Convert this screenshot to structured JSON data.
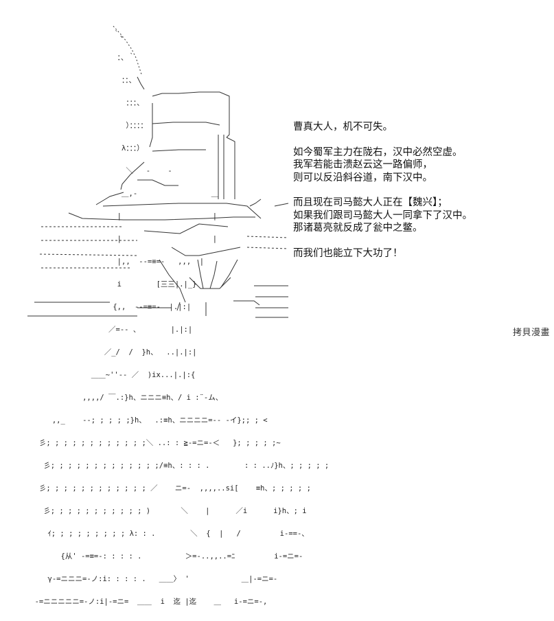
{
  "dialogue": {
    "lines": [
      "曹真大人，机不可失。",
      "",
      "如今蜀军主力在陇右，汉中必然空虚。",
      "我军若能击溃赵云这一路偏师，",
      "则可以反沿斜谷道，南下汉中。",
      "",
      "而且现在司马懿大人正在【魏兴】；",
      "如果我们跟司马懿大人一同拿下了汉中。",
      "那诸葛亮就反成了瓮中之鳖。",
      "",
      "而我们也能立下大功了！"
    ]
  },
  "watermark": "拷貝漫畫",
  "ascii_art": {
    "rows": [
      "                          ｀、",
      "                           ：、｀",
      "                            ：：、",
      "                             ：：：、",
      "                             ）：：：：",
      "                            λ：：：）",
      "                             ＼   ‐    ‐",
      "                            ＿,‐                 ＿",
      "                           |                     |",
      "                           |                     |",
      "                           |,,  ‐-=≡=-   ,,,  |",
      "                           i        [三三|.|_}",
      "                          {,,  ‐-=≡=-  |.|:|",
      "                         ／=-- 、       |.|:|",
      "                        ／_/  /  }h、  ..|.|:|",
      "                     ＿＿~''-- ／  )ix...|.|:{",
      "                   ,,,,/ ￣.:}h、ニニニ≡h、/ i :¨-ム、",
      "            ,,_    --; ; ; ; ;}h、  .:≡h、ニニニニ=-- -イ};; ; <",
      "         彡; ; ; ; ; ; ; ; ; ; ; ;＼ ..: : ≧-=ニ=-＜   }; ; ; ; ;~",
      "          彡; ; ; ; ; ; ; ; ; ; ; ; ;/≡h、: : : .        : : ..ﾉ}h、; ; ; ; ;",
      "         彡; ; ; ; ; ; ; ; ; ; ; ; ／    ニ=-  ,,,,..si[    ≡h、; ; ; ; ;",
      "          彡; ; ; ; ; ; ; ; ; ; ; )       ＼    |      ／i      i}h、; i",
      "           ｲ; ; ; ; ; ; ; ; ; λ: : .        ＼  {  |   /         i-==-、",
      "              {从' -=≡=-: : : : .          ＞=-..,,..=ﾆ         i-=ニ=-",
      "           γ-=ニニニ=-ノ:i: : : : .   ＿＿〉 '            ＿|-=ニ=-",
      "        -=ニニニニニ=-ノ:i|-=ニ=  ＿＿  i  迄 |迄    ＿   i-=ニ=-,"
    ]
  }
}
